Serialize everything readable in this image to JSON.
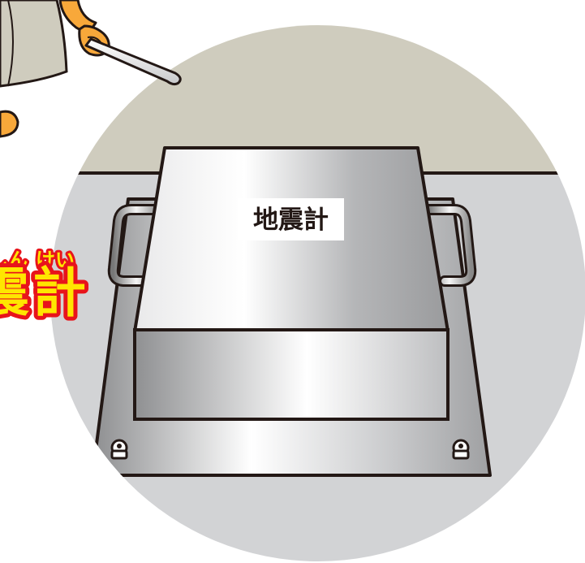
{
  "scene": {
    "colors": {
      "wall": "#cfccbe",
      "floor": "#d2d3d5",
      "skin": "#f8a83a",
      "title_fill": "#ffe600",
      "title_outline": "#e8141b",
      "outline": "#231815"
    }
  },
  "device": {
    "plate_label": "地震計"
  },
  "title": {
    "main": "震計",
    "ruby_left": "しん",
    "ruby_right": "けい"
  },
  "icons": [
    "pointer-stick-icon",
    "bolt-icon"
  ]
}
